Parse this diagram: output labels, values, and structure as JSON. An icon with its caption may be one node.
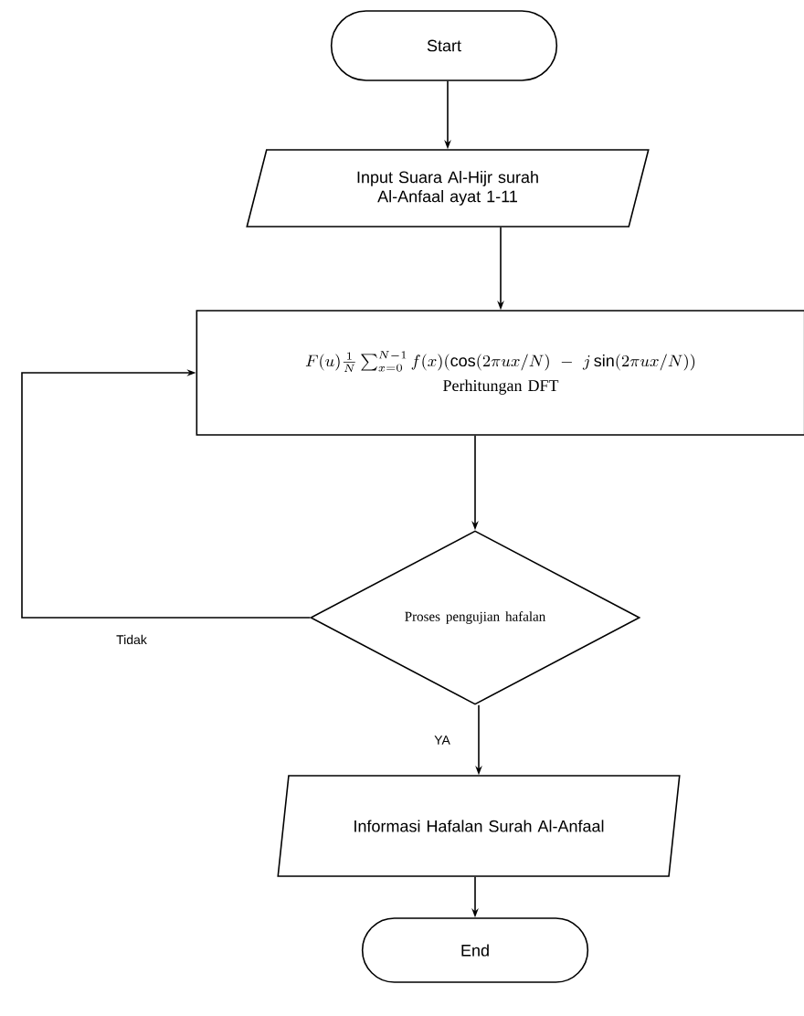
{
  "diagram": {
    "nodes": [
      {
        "text": [
          "Start"
        ]
      },
      {
        "text": [
          "Input Suara Al-Hijr surah Al-Anfaal ayat 1-11"
        ]
      },
      {
        "text": [
          "F(u)\\frac{1}{N}\\sum_{x=0}^{N-1} f(x)(\\cos(2\\pi ux/N)-j\\sin(2\\pi ux/N))",
          "Perhitungan DFT"
        ]
      },
      {
        "text": [
          "Proses pengujian hafalan"
        ]
      },
      {
        "text": [
          "Informasi Hafalan Surah Al-Anfaal"
        ]
      },
      {
        "text": [
          "End"
        ]
      }
    ],
    "edges": [
      {
        "from": 0,
        "to": 1,
        "arrow": "to"
      },
      {
        "from": 1,
        "to": 2,
        "arrow": "to"
      },
      {
        "from": 2,
        "to": 3,
        "arrow": "to"
      },
      {
        "from": 3,
        "to": 2,
        "arrow": "to",
        "label": "Tidak"
      },
      {
        "from": 3,
        "to": 4,
        "arrow": "to",
        "label": "YA"
      },
      {
        "from": 4,
        "to": 5,
        "arrow": "to"
      }
    ]
  }
}
